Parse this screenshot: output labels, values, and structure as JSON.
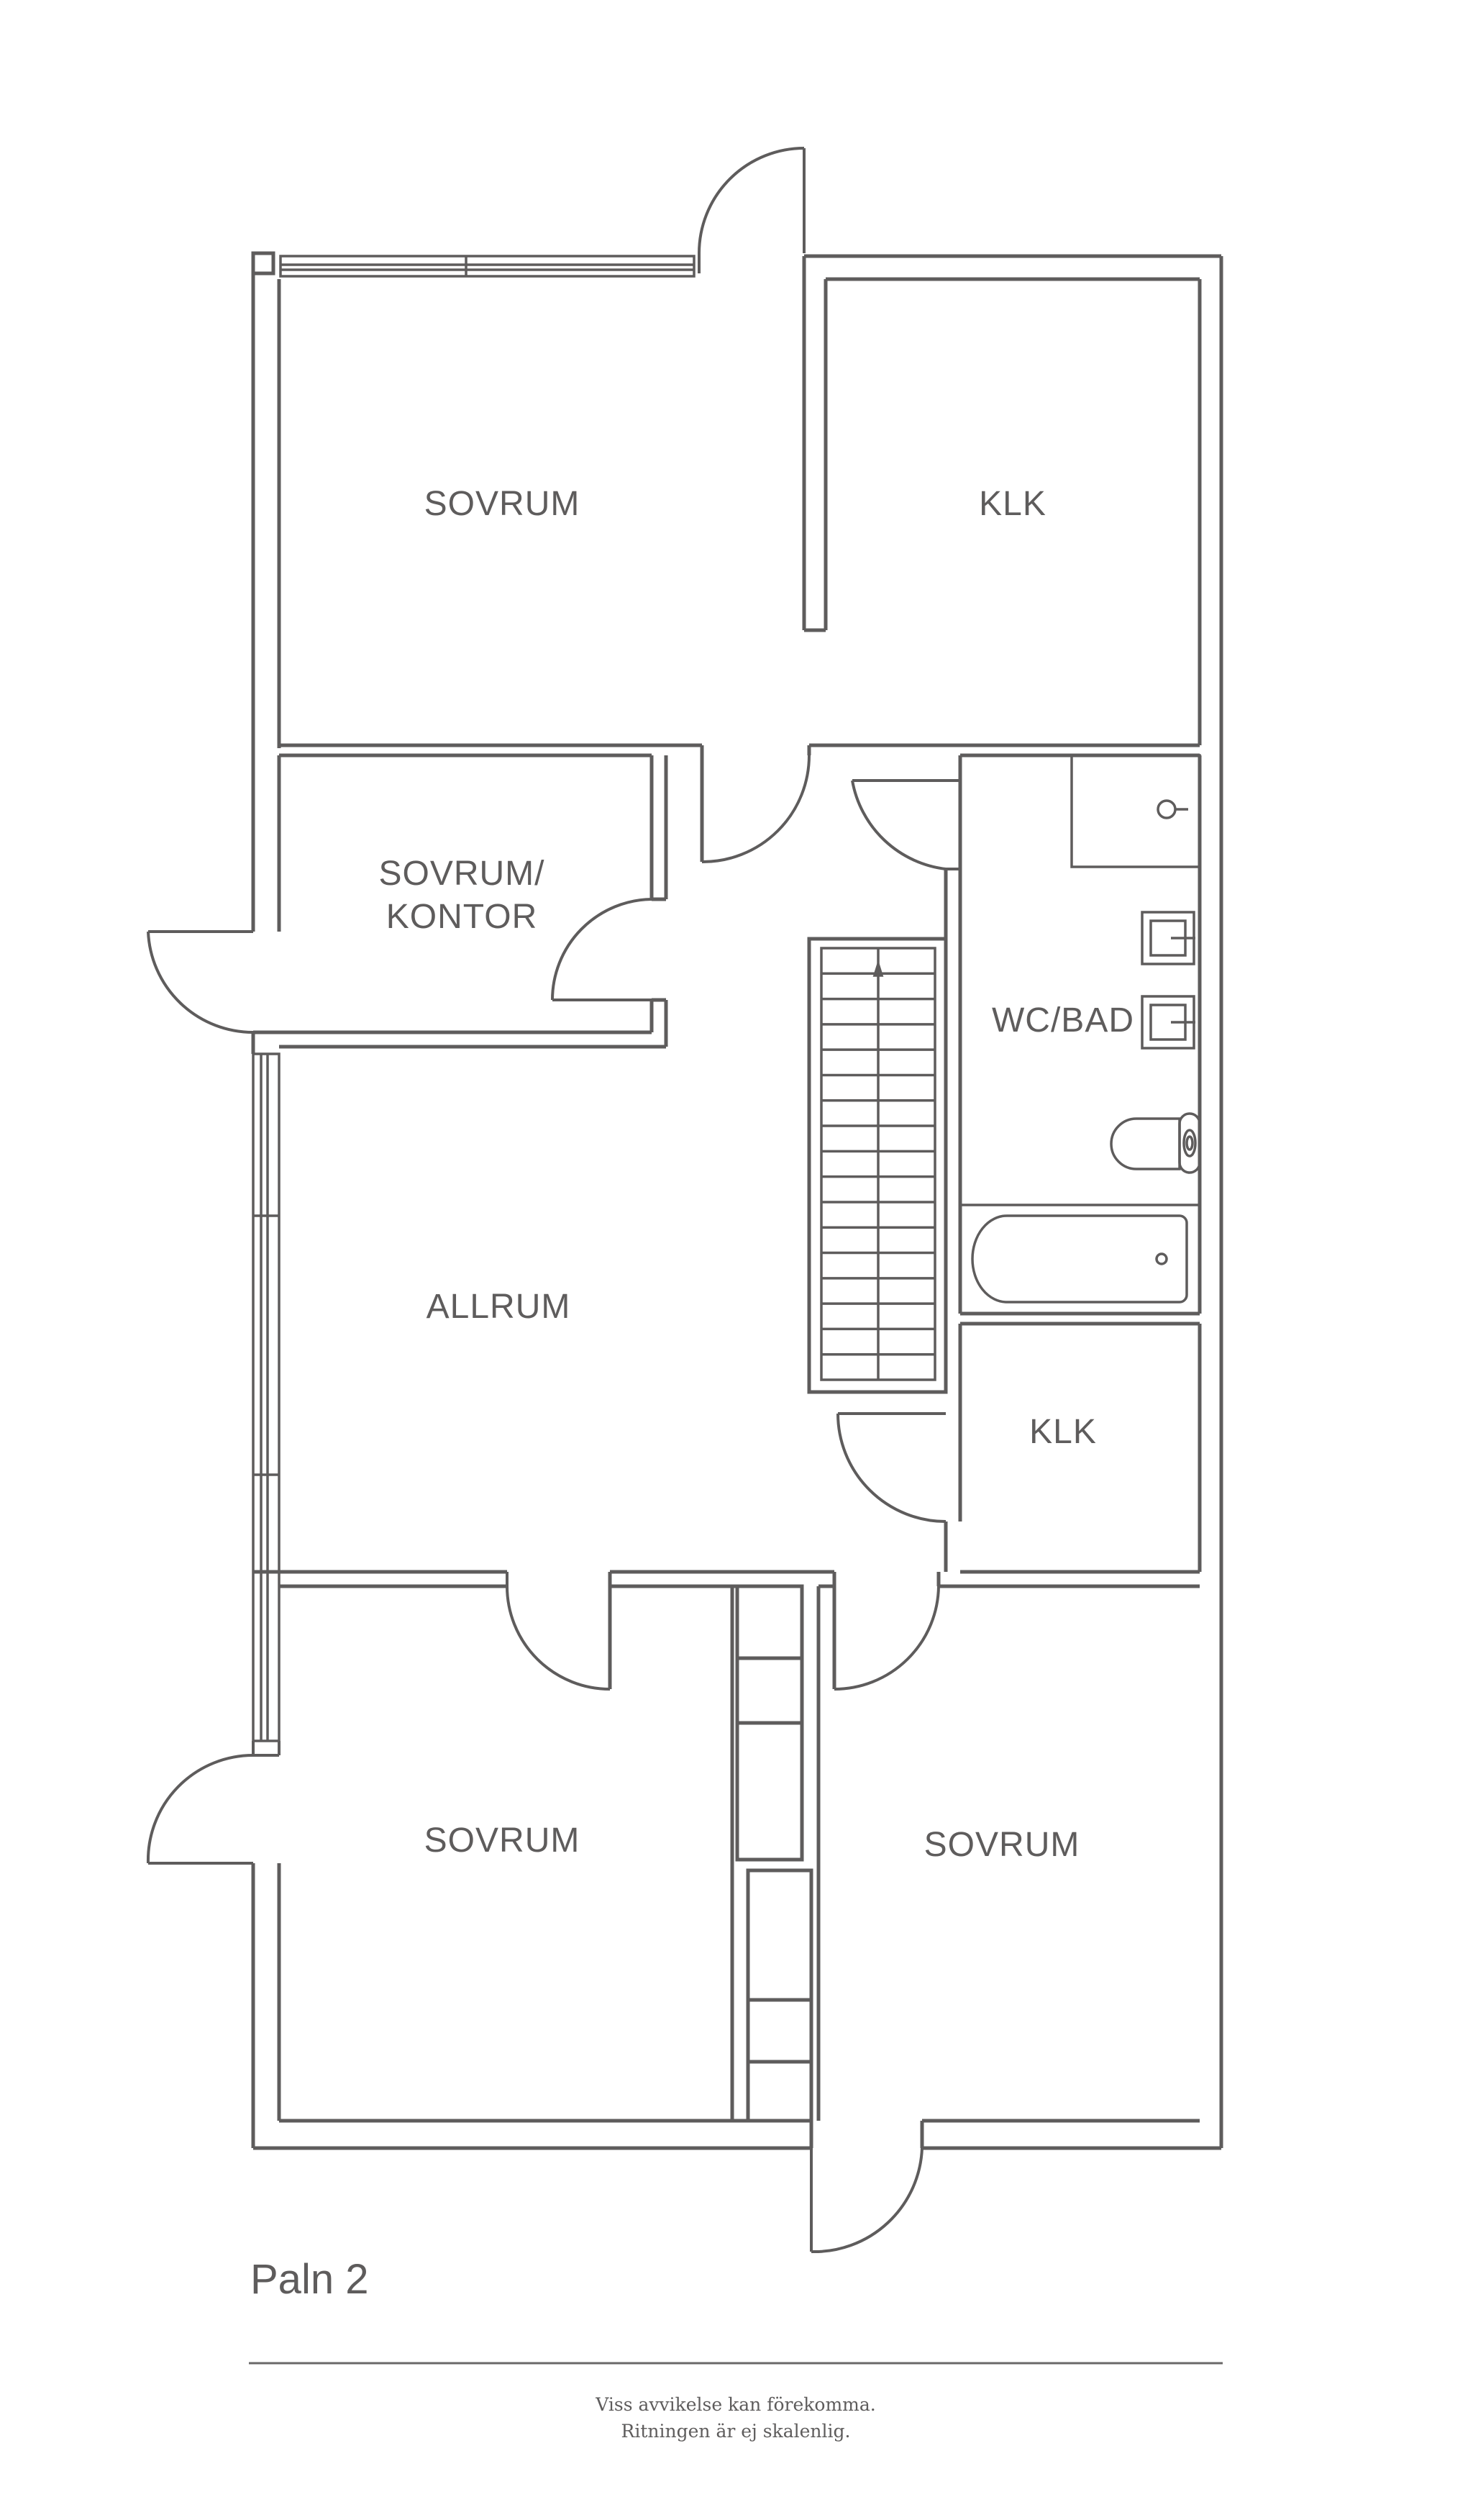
{
  "rooms": {
    "sovrum_top": "SOVRUM",
    "klk_top": "KLK",
    "sovrum_kontor_line1": "SOVRUM/",
    "sovrum_kontor_line2": "KONTOR",
    "wc_bad": "WC/BAD",
    "allrum": "ALLRUM",
    "klk_mid": "KLK",
    "sovrum_bottom_left": "SOVRUM",
    "sovrum_bottom_right": "SOVRUM"
  },
  "plan_title": "Paln 2",
  "footer": {
    "line1": "Viss avvikelse kan förekomma.",
    "line2": "Ritningen är ej skalenlig."
  },
  "colors": {
    "line": "#5e5c5c",
    "background": "#ffffff"
  }
}
